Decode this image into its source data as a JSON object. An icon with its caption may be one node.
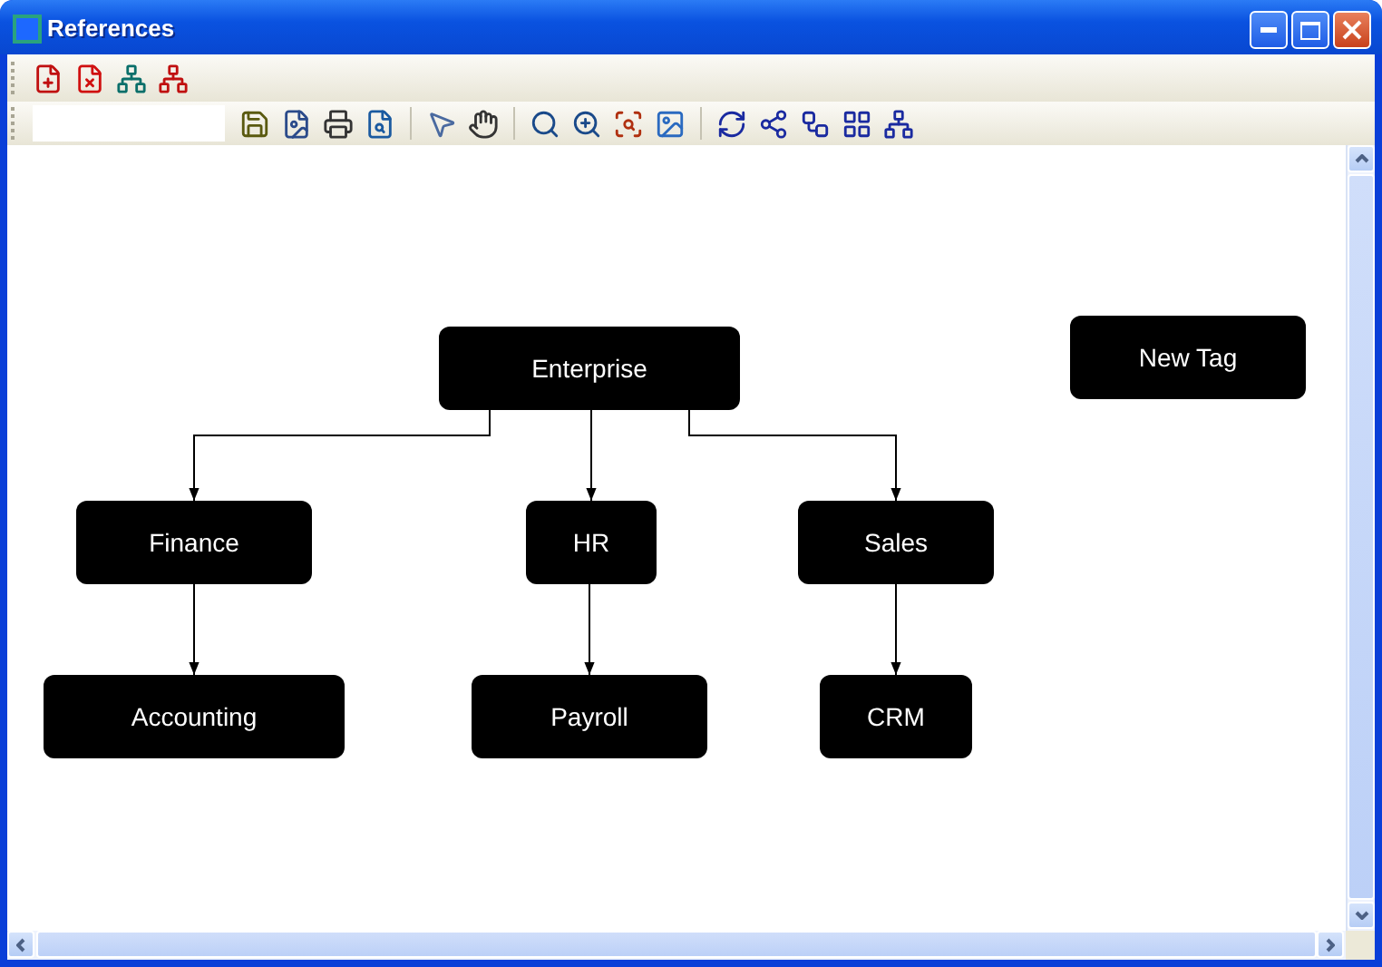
{
  "diagram": {
    "title": "References",
    "nodes": [
      {
        "text": [
          "Enterprise"
        ]
      },
      {
        "text": [
          "Finance"
        ]
      },
      {
        "text": [
          "HR"
        ]
      },
      {
        "text": [
          "Sales"
        ]
      },
      {
        "text": [
          "Accounting"
        ]
      },
      {
        "text": [
          "Payroll"
        ]
      },
      {
        "text": [
          "CRM"
        ]
      },
      {
        "text": [
          "New Tag"
        ]
      }
    ],
    "edges": [
      {
        "from": 0,
        "to": 1,
        "arrow": "to"
      },
      {
        "from": 0,
        "to": 2,
        "arrow": "to"
      },
      {
        "from": 0,
        "to": 3,
        "arrow": "to"
      },
      {
        "from": 1,
        "to": 4,
        "arrow": "to"
      },
      {
        "from": 2,
        "to": 5,
        "arrow": "to"
      },
      {
        "from": 3,
        "to": 6,
        "arrow": "to"
      }
    ]
  }
}
